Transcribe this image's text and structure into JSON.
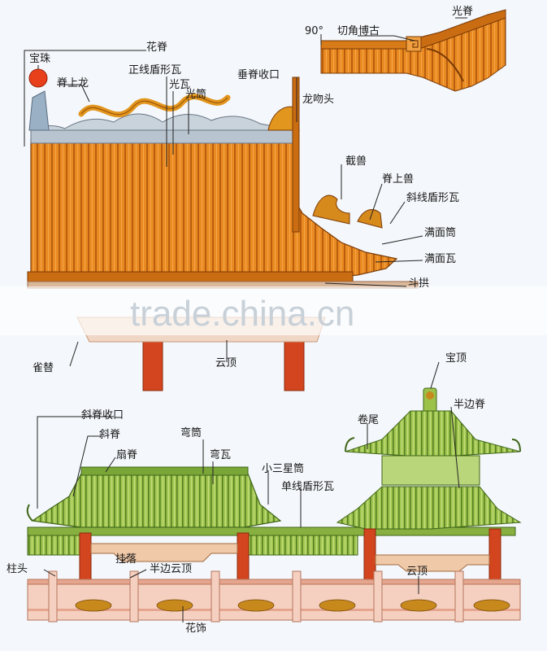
{
  "labels": {
    "hua_ji": "花脊",
    "bao_zhu": "宝珠",
    "ji_shang_long": "脊上龙",
    "zheng_xian_dun_xing_wa": "正线盾形瓦",
    "guang_wa": "光瓦",
    "guang_tong": "光筒",
    "chui_ji_shou_kou": "垂脊收口",
    "long_wen_tou": "龙吻头",
    "angle_90": "90°",
    "qie_jiao_bo_gu": "切角博古",
    "guang_ji": "光脊",
    "jie_shou": "截兽",
    "ji_shang_shou": "脊上兽",
    "xie_xian_dun_xing_wa": "斜线盾形瓦",
    "man_mian_tong": "满面筒",
    "man_mian_wa": "满面瓦",
    "dou_gong": "斗拱",
    "que_ti": "雀替",
    "yun_ding_top": "云顶",
    "bao_ding": "宝顶",
    "ban_bian_ji": "半边脊",
    "juan_wei": "卷尾",
    "xie_ji_shou_kou": "斜脊收口",
    "xie_ji": "斜脊",
    "shan_ji": "扇脊",
    "wan_tong": "弯筒",
    "wan_wa": "弯瓦",
    "xiao_san_xing_tong": "小三星筒",
    "dan_xian_dun_xing_wa": "单线盾形瓦",
    "zhu_tou": "柱头",
    "gua_luo": "挂落",
    "ban_bian_yun_ding": "半边云顶",
    "yun_ding_bottom": "云顶",
    "hua_shi": "花饰"
  },
  "watermark": "trade.china.cn",
  "colors": {
    "orange_tile": "#e8841c",
    "orange_dark": "#a8520a",
    "green_tile": "#9cc24a",
    "green_dark": "#4f7a1e",
    "pillar_red": "#d2451e",
    "rail_pink": "#f3c9b8",
    "gold": "#c8891c"
  }
}
